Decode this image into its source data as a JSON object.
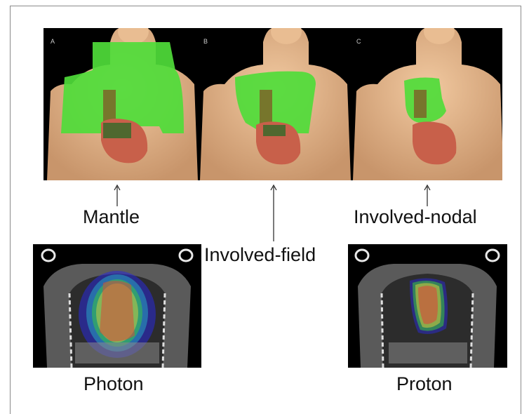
{
  "figure": {
    "panels": [
      {
        "letter": "A",
        "caption": "Mantle"
      },
      {
        "letter": "B",
        "caption": "Involved-field"
      },
      {
        "letter": "C",
        "caption": "Involved-nodal"
      }
    ],
    "dose_images": [
      {
        "caption": "Photon"
      },
      {
        "caption": "Proton"
      }
    ],
    "colors": {
      "skin": "#e6b98e",
      "field_green": "#4fdc3a",
      "heart": "#c8604a",
      "spine": "#7a6a2a",
      "ct_bone": "#d8d8d8",
      "ct_tissue": "#6a6a6a"
    }
  }
}
